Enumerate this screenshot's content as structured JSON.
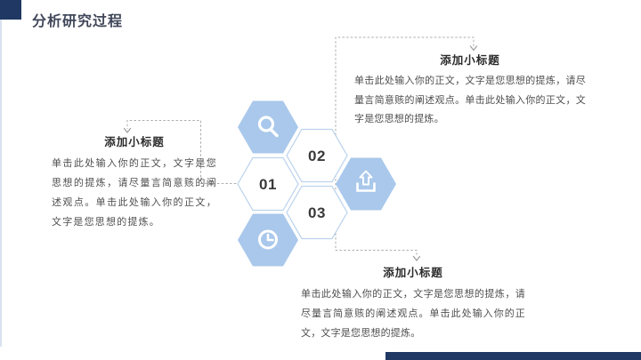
{
  "slide": {
    "title": "分析研究过程",
    "colors": {
      "navy": "#1F3864",
      "hex_blue": "#A9C8EB",
      "hex_border": "#BAD2EC",
      "connector": "#ACACAC"
    }
  },
  "hexagons": {
    "num1": "01",
    "num2": "02",
    "num3": "03",
    "icon_names": [
      "search-icon",
      "upload-icon",
      "clock-icon"
    ]
  },
  "blocks": {
    "left": {
      "heading": "添加小标题",
      "body": "单击此处输入你的正文，文字是您思想的提炼，请尽量言简意赅的阐述观点。单击此处输入你的正文，文字是您思想的提炼。"
    },
    "top_right": {
      "heading": "添加小标题",
      "body": "单击此处输入你的正文，文字是您思想的提炼，请尽量言简意赅的阐述观点。单击此处输入你的正文，文字是您思想的提炼。"
    },
    "bottom": {
      "heading": "添加小标题",
      "body": "单击此处输入你的正文，文字是您思想的提炼，请尽量言简意赅的阐述观点。单击此处输入你的正文，文字是您思想的提炼。"
    }
  }
}
